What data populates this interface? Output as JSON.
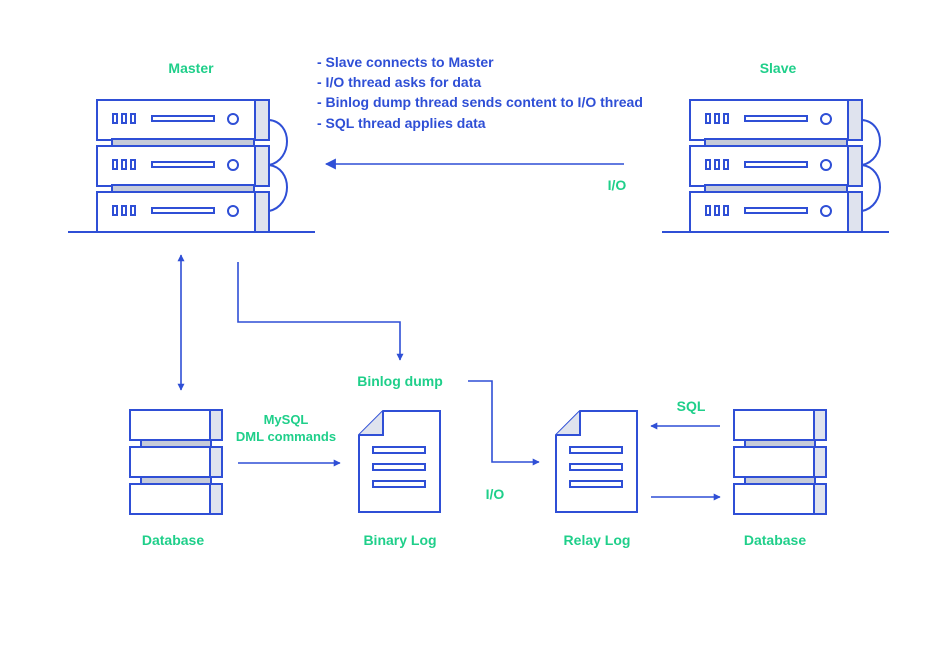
{
  "colors": {
    "primary": "#2f4fd6",
    "accent": "#1fcf8a",
    "fill_light": "#dfe3ee",
    "fill_mid": "#c6cbd9"
  },
  "labels": {
    "master": "Master",
    "slave": "Slave",
    "io_top": "I/O",
    "binlog_dump": "Binlog dump",
    "mysql": "MySQL",
    "dml_commands": "DML commands",
    "io_bottom": "I/O",
    "sql": "SQL",
    "database_left": "Database",
    "binary_log": "Binary Log",
    "relay_log": "Relay Log",
    "database_right": "Database"
  },
  "steps": [
    "- Slave connects to Master",
    "- I/O thread asks for data",
    "- Binlog dump thread sends content to I/O thread",
    "- SQL thread applies data"
  ],
  "icons": {
    "master_server": "server-stack-icon",
    "slave_server": "server-stack-icon",
    "database": "database-stack-icon",
    "log_file": "document-icon"
  }
}
